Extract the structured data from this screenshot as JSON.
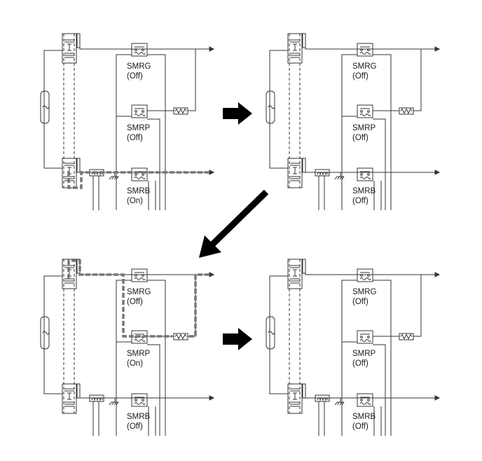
{
  "panels": [
    {
      "id": "p1",
      "relays": [
        {
          "name": "SMRG",
          "state": "(Off)"
        },
        {
          "name": "SMRP",
          "state": "(Off)"
        },
        {
          "name": "SMRB",
          "state": "(On)"
        }
      ],
      "highlight": "smrb"
    },
    {
      "id": "p2",
      "relays": [
        {
          "name": "SMRG",
          "state": "(Off)"
        },
        {
          "name": "SMRP",
          "state": "(Off)"
        },
        {
          "name": "SMRB",
          "state": "(Off)"
        }
      ],
      "highlight": "none"
    },
    {
      "id": "p3",
      "relays": [
        {
          "name": "SMRG",
          "state": "(Off)"
        },
        {
          "name": "SMRP",
          "state": "(On)"
        },
        {
          "name": "SMRB",
          "state": "(Off)"
        }
      ],
      "highlight": "smrp"
    },
    {
      "id": "p4",
      "relays": [
        {
          "name": "SMRG",
          "state": "(Off)"
        },
        {
          "name": "SMRP",
          "state": "(Off)"
        },
        {
          "name": "SMRB",
          "state": "(Off)"
        }
      ],
      "highlight": "none"
    }
  ],
  "colors": {
    "line": "#333333",
    "highlight": "#777777",
    "arrow": "#000000"
  }
}
